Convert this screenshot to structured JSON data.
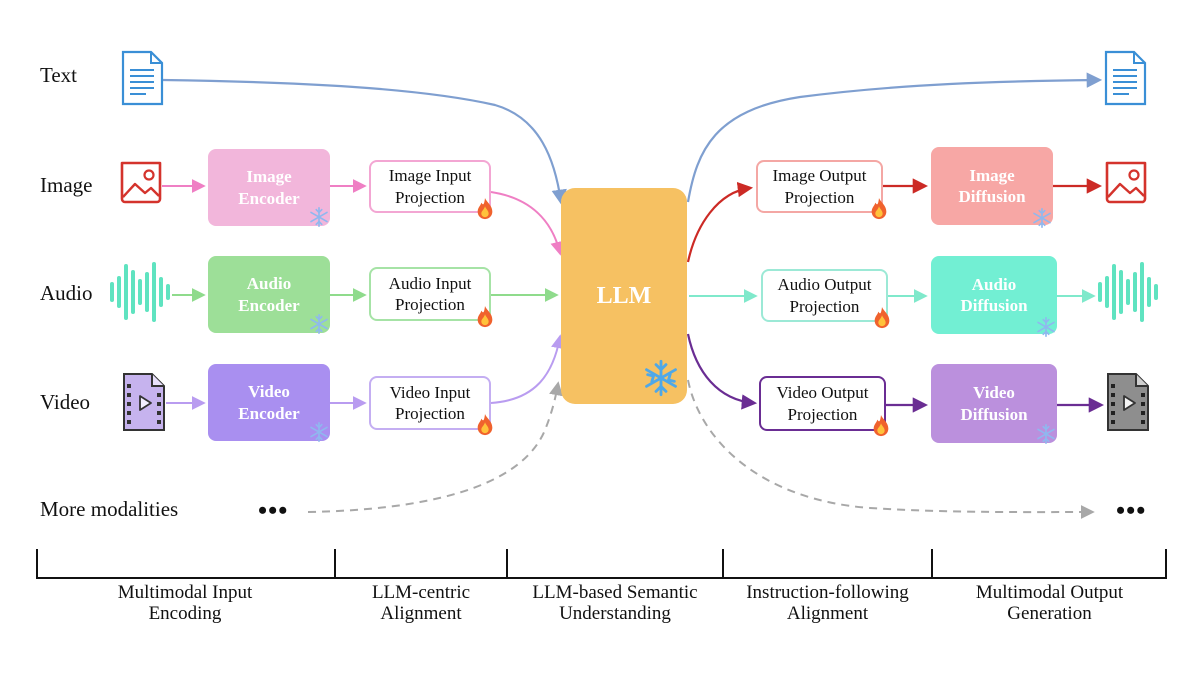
{
  "modalities": {
    "text": "Text",
    "image": "Image",
    "audio": "Audio",
    "video": "Video",
    "more": "More modalities",
    "more_dots": "•••",
    "out_dots": "•••"
  },
  "encoders": {
    "image": [
      "Image",
      "Encoder"
    ],
    "audio": [
      "Audio",
      "Encoder"
    ],
    "video": [
      "Video",
      "Encoder"
    ]
  },
  "input_projections": {
    "image": [
      "Image Input",
      "Projection"
    ],
    "audio": [
      "Audio Input",
      "Projection"
    ],
    "video": [
      "Video Input",
      "Projection"
    ]
  },
  "llm": "LLM",
  "output_projections": {
    "image": [
      "Image Output",
      "Projection"
    ],
    "audio": [
      "Audio Output",
      "Projection"
    ],
    "video": [
      "Video Output",
      "Projection"
    ]
  },
  "diffusions": {
    "image": [
      "Image",
      "Diffusion"
    ],
    "audio": [
      "Audio",
      "Diffusion"
    ],
    "video": [
      "Video",
      "Diffusion"
    ]
  },
  "phases": [
    [
      "Multimodal Input",
      "Encoding"
    ],
    [
      "LLM-centric",
      "Alignment"
    ],
    [
      "LLM-based Semantic",
      "Understanding"
    ],
    [
      "Instruction-following",
      "Alignment"
    ],
    [
      "Multimodal Output",
      "Generation"
    ]
  ],
  "badges": {
    "frozen": "snowflake-icon",
    "trainable": "flame-icon"
  },
  "colors": {
    "text": "#7f9fd0",
    "image_encoder": "#f2b6db",
    "image_line": "#ef7fc4",
    "audio_encoder": "#9ddf98",
    "audio_line": "#8fdb8c",
    "video_encoder": "#a98ff0",
    "video_line": "#b99cf0",
    "llm": "#f6c162",
    "image_out": "#cc2a25",
    "image_diffusion": "#f7a7a5",
    "audio_out": "#7fe9cb",
    "audio_diffusion": "#72efd3",
    "video_out": "#6a2d93",
    "video_diffusion": "#bb90dd",
    "dashed": "#a8a8a8"
  }
}
